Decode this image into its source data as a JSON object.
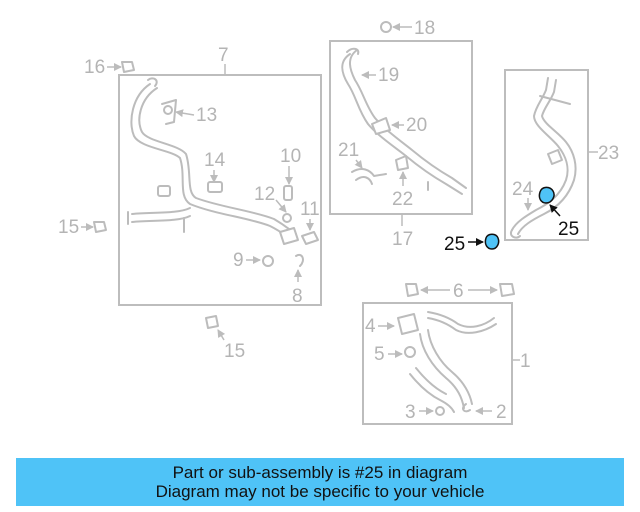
{
  "highlight_color": "#4fc3f7",
  "part_color": "#bcbcbc",
  "diagram": {
    "callouts": {
      "c1": "1",
      "c2": "2",
      "c3": "3",
      "c4": "4",
      "c5": "5",
      "c6": "6",
      "c7": "7",
      "c8": "8",
      "c9": "9",
      "c10": "10",
      "c11": "11",
      "c12": "12",
      "c13": "13",
      "c14": "14",
      "c15a": "15",
      "c15b": "15",
      "c16": "16",
      "c17": "17",
      "c18": "18",
      "c19": "19",
      "c20": "20",
      "c21": "21",
      "c22": "22",
      "c23": "23",
      "c24": "24",
      "c25a": "25",
      "c25b": "25"
    }
  },
  "banner": {
    "line1": "Part or sub-assembly is #25 in diagram",
    "line2": "Diagram may not be specific to your vehicle"
  }
}
